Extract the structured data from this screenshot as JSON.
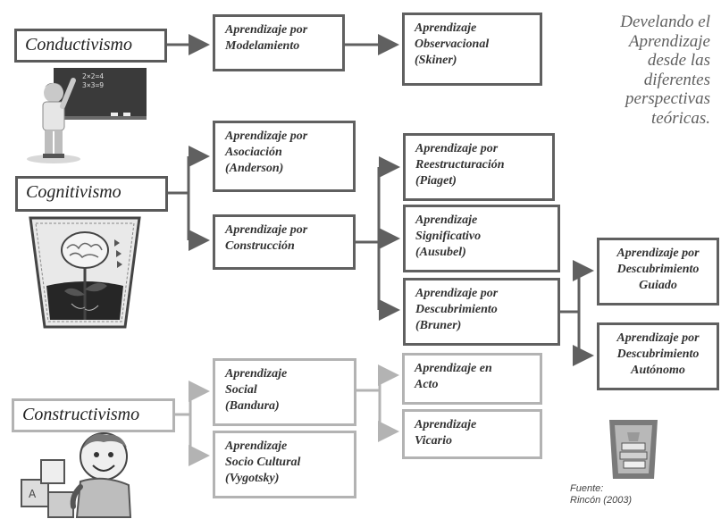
{
  "title": {
    "lines": [
      "Develando el",
      "Aprendizaje",
      "desde las",
      "diferentes",
      "perspectivas",
      "teóricas."
    ]
  },
  "source": {
    "lines": [
      "Fuente:",
      "Rincón  (2003)"
    ]
  },
  "diagram": {
    "conductivismo": {
      "label": "Conductivismo",
      "modelamiento": [
        "Aprendizaje por",
        "Modelamiento"
      ],
      "observacional": [
        "Aprendizaje",
        "Observacional",
        "(Skiner)"
      ]
    },
    "cognitivismo": {
      "label": "Cognitivismo",
      "asociacion": [
        "Aprendizaje por",
        "Asociación",
        "(Anderson)"
      ],
      "construccion": [
        "Aprendizaje por",
        "Construcción"
      ],
      "reestructuracion": [
        "Aprendizaje por",
        "Reestructuración",
        "(Piaget)"
      ],
      "significativo": [
        "Aprendizaje",
        "Significativo",
        "(Ausubel)"
      ],
      "descubrimiento": [
        "Aprendizaje por",
        "Descubrimiento",
        "(Bruner)"
      ],
      "guiado": [
        "Aprendizaje por",
        "Descubrimiento",
        "Guiado"
      ],
      "autonomo": [
        "Aprendizaje por",
        "Descubrimiento",
        "Autónomo"
      ]
    },
    "constructivismo": {
      "label": "Constructivismo",
      "social": [
        "Aprendizaje",
        "Social",
        "(Bandura)"
      ],
      "sociocultural": [
        "Aprendizaje",
        "Socio Cultural",
        "(Vygotsky)"
      ],
      "acto": [
        "Aprendizaje en",
        "Acto"
      ],
      "vicario": [
        "Aprendizaje",
        "Vicario"
      ]
    }
  },
  "colors": {
    "dark_border": "#606060",
    "light_border": "#b3b3b3",
    "text": "#333333"
  }
}
